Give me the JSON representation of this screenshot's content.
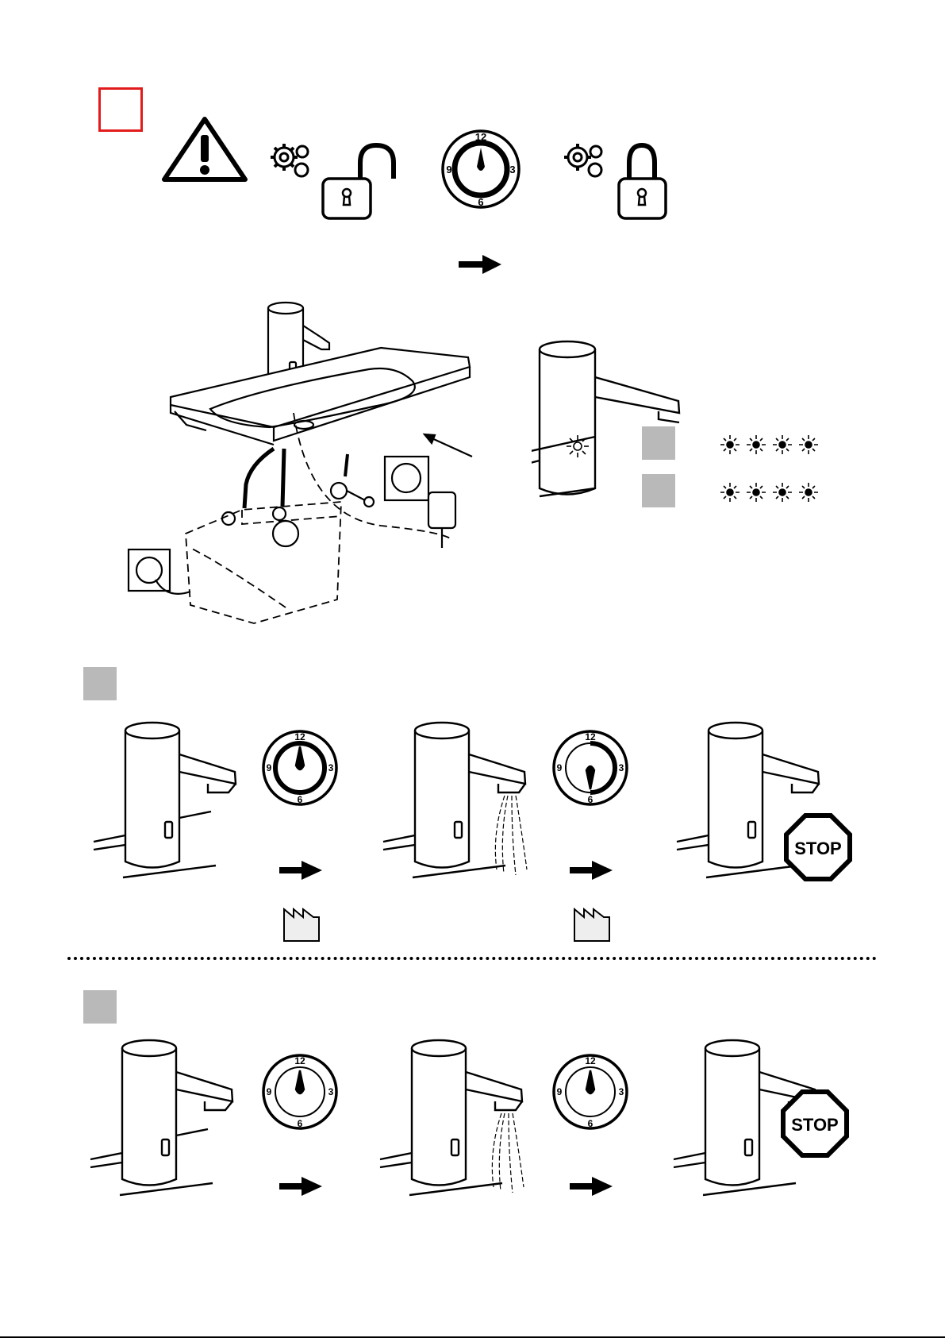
{
  "colors": {
    "accent_red": "#e21b1b",
    "step_gray": "#b9b9b9",
    "ink": "#000000"
  },
  "clock": {
    "tick_12": "12",
    "tick_3": "3",
    "tick_6": "6",
    "tick_9": "9"
  },
  "stop_label": "STOP",
  "icons": [
    "warning-icon",
    "gear-icon",
    "unlock-icon",
    "clock-icon",
    "lock-icon",
    "arrow-right-icon",
    "factory-icon",
    "stop-sign-icon",
    "led-blink-icon"
  ],
  "led_rows": [
    {
      "blinks": 4
    },
    {
      "blinks": 4
    }
  ]
}
